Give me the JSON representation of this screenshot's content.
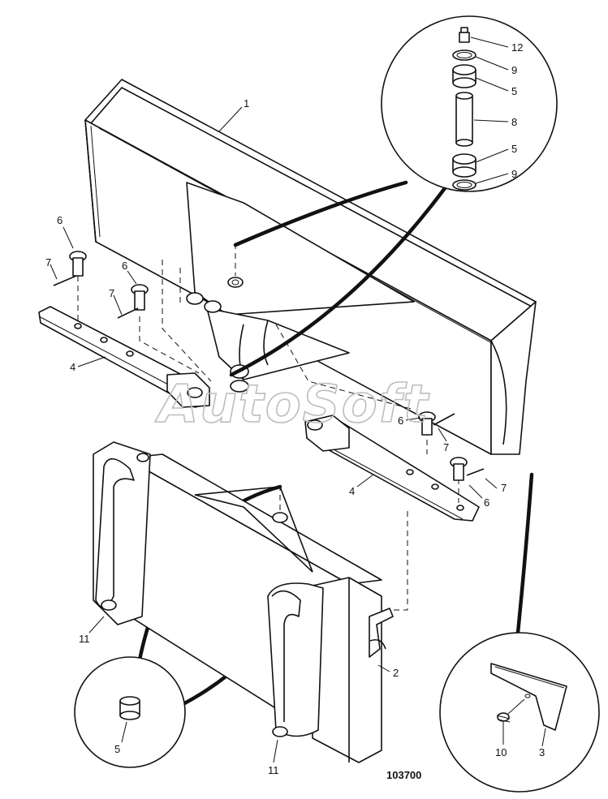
{
  "drawing_number": "103700",
  "watermark": "AutoSoft",
  "callouts": {
    "c1": "1",
    "c2": "2",
    "c3": "3",
    "c4a": "4",
    "c4b": "4",
    "c5a": "5",
    "c5b": "5",
    "c5c": "5",
    "c6a": "6",
    "c6b": "6",
    "c6c": "6",
    "c6d": "6",
    "c7a": "7",
    "c7b": "7",
    "c7c": "7",
    "c7d": "7",
    "c8": "8",
    "c9a": "9",
    "c9b": "9",
    "c10": "10",
    "c11a": "11",
    "c11b": "11",
    "c12": "12"
  }
}
